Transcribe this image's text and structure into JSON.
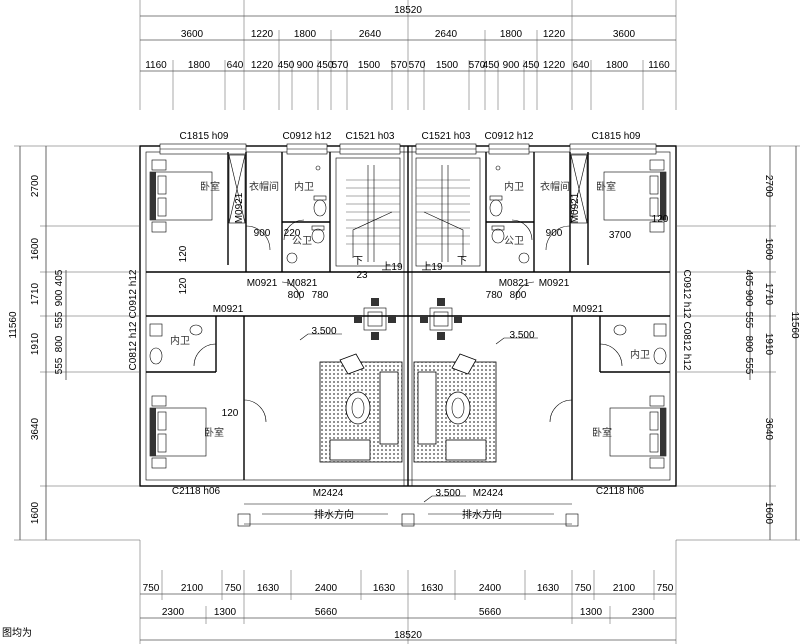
{
  "dimensions": {
    "total_top": "18520",
    "total_bottom": "18520",
    "total_left": "11560",
    "total_right": "11560",
    "top_row1": [
      "3600",
      "1220",
      "1800",
      "2640",
      "2640",
      "1800",
      "1220",
      "3600"
    ],
    "top_row2": [
      "1160",
      "1800",
      "640",
      "1220",
      "450",
      "900",
      "450",
      "570",
      "1500",
      "570",
      "570",
      "1500",
      "570",
      "450",
      "900",
      "450",
      "1220",
      "640",
      "1800",
      "1160"
    ],
    "bottom_row1": [
      "750",
      "2100",
      "750",
      "1630",
      "2400",
      "1630",
      "1630",
      "2400",
      "1630",
      "750",
      "2100",
      "750"
    ],
    "bottom_row2": [
      "2300",
      "1300",
      "5660",
      "5660",
      "1300",
      "2300"
    ],
    "left_col": [
      "2700",
      "1600",
      "1710",
      "1910",
      "3640",
      "1600"
    ],
    "left_sub": [
      "405",
      "900",
      "555",
      "800",
      "555"
    ],
    "right_col": [
      "2700",
      "1600",
      "1710",
      "1910",
      "3640",
      "1600"
    ],
    "right_sub": [
      "405",
      "900",
      "555",
      "800",
      "555"
    ]
  },
  "windows": {
    "w1": "C1815 h09",
    "w2": "C0912 h12",
    "w3": "C1521 h03",
    "w4": "C1521 h03",
    "w5": "C0912 h12",
    "w6": "C1815 h09",
    "w7": "C0912 h12",
    "w8": "C0812 h12",
    "w9": "C0912 h12",
    "w10": "C0812 h12",
    "w11": "C2118 h06",
    "w12": "C2118 h06"
  },
  "doors": {
    "m1": "M0921",
    "m2": "M0921",
    "m3": "M0821",
    "m4": "M0821",
    "m5": "M0921",
    "m6": "M0921",
    "m7": "M0921",
    "m8": "M0921",
    "m9": "M2424",
    "m10": "M2424"
  },
  "rooms": {
    "bedroom": "卧室",
    "cloakroom": "衣帽间",
    "inner_bath": "内卫",
    "public_bath": "公卫"
  },
  "annotations": {
    "elev1": "3.500",
    "elev2": "3.500",
    "elev3": "3.500",
    "stair_down": "下",
    "stair_up": "上19",
    "stair_num": "23",
    "drain1": "排水方向",
    "drain2": "排水方向",
    "n900a": "900",
    "n900b": "900",
    "n220": "220",
    "n120a": "120",
    "n120b": "120",
    "n120c": "120",
    "n120d": "120",
    "n3700": "3700",
    "n800a": "800",
    "n780a": "780",
    "n780b": "780",
    "n800b": "800",
    "n1910": "1910",
    "corner_note": "图均为"
  }
}
